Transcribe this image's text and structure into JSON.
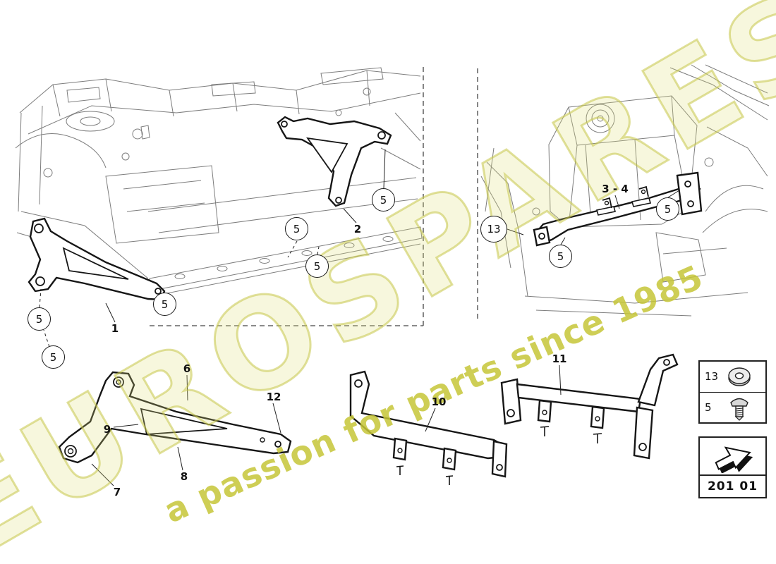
{
  "watermark": {
    "brand": "EUROSPARES",
    "tagline": "a passion for parts since 1985",
    "color": "#c9c93e"
  },
  "page_code": "201 01",
  "callouts": [
    {
      "text": "5"
    },
    {
      "text": "5"
    },
    {
      "text": "5"
    },
    {
      "text": "5"
    },
    {
      "text": "5"
    },
    {
      "text": "5"
    },
    {
      "text": "13"
    },
    {
      "text": "5"
    },
    {
      "text": "5"
    }
  ],
  "part_labels": [
    {
      "text": "1"
    },
    {
      "text": "2"
    },
    {
      "text": "3 - 4"
    },
    {
      "text": "6"
    },
    {
      "text": "7"
    },
    {
      "text": "8"
    },
    {
      "text": "9"
    },
    {
      "text": "10"
    },
    {
      "text": "11"
    },
    {
      "text": "12"
    }
  ],
  "legend": {
    "rows": [
      {
        "number": "13",
        "icon": "washer-icon"
      },
      {
        "number": "5",
        "icon": "screw-icon"
      }
    ]
  }
}
